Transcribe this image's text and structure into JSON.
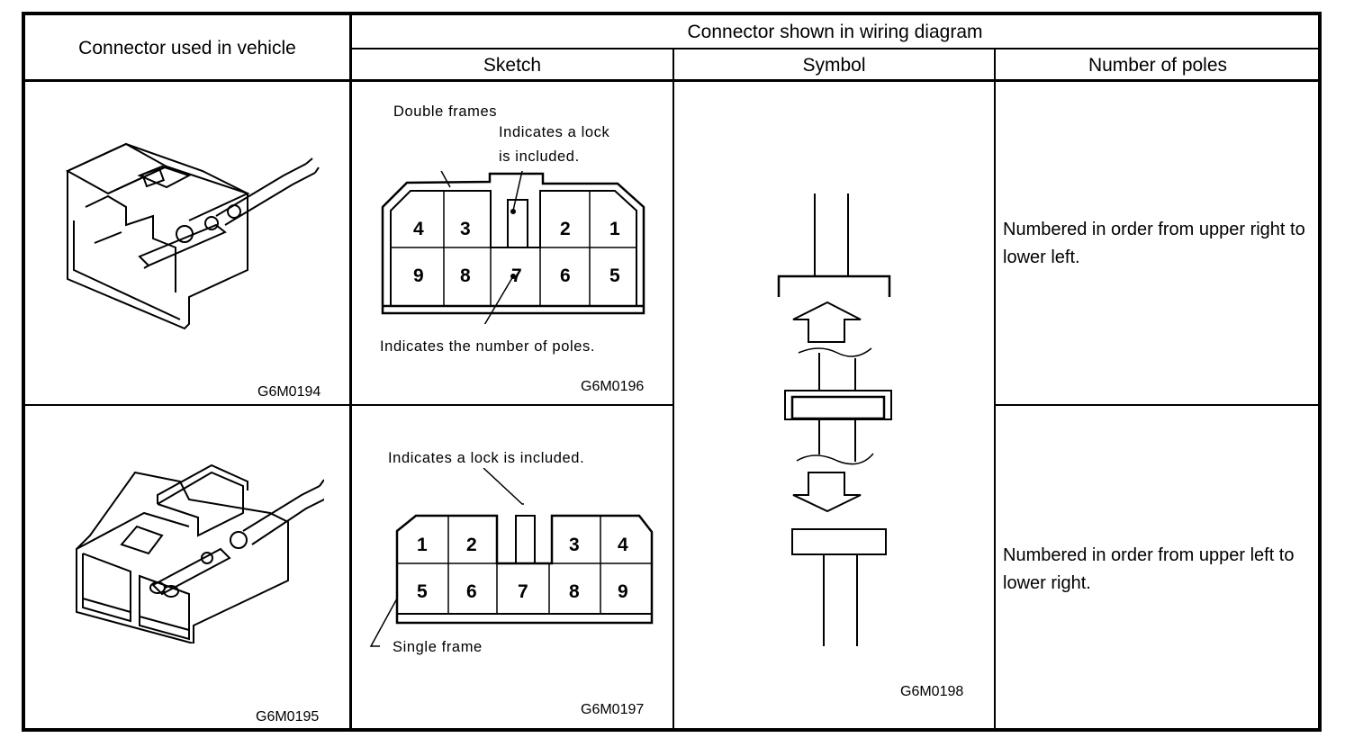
{
  "table": {
    "headers": {
      "vehicle_connector": "Connector used in vehicle",
      "wiring_diagram_group": "Connector shown in wiring diagram",
      "sketch": "Sketch",
      "symbol": "Symbol",
      "number_of_poles": "Number of poles"
    },
    "rows": [
      {
        "vehicle_image": {
          "type": "connector-illustration-male",
          "code": "G6M0194"
        },
        "sketch": {
          "code": "G6M0196",
          "frame_label": "Double frames",
          "lock_label_line1": "Indicates a lock",
          "lock_label_line2": "is included.",
          "poles_label": "Indicates the number of poles.",
          "top_pins": [
            "4",
            "3",
            "2",
            "1"
          ],
          "bottom_pins": [
            "9",
            "8",
            "7",
            "6",
            "5"
          ]
        },
        "poles_note": "Numbered in order from upper right to lower left."
      },
      {
        "vehicle_image": {
          "type": "connector-illustration-female",
          "code": "G6M0195"
        },
        "sketch": {
          "code": "G6M0197",
          "lock_label": "Indicates a lock is included.",
          "frame_label": "Single frame",
          "top_pins": [
            "1",
            "2",
            "3",
            "4"
          ],
          "bottom_pins": [
            "5",
            "6",
            "7",
            "8",
            "9"
          ]
        },
        "poles_note": "Numbered in order from upper left to lower right."
      }
    ],
    "symbol": {
      "code": "G6M0198"
    }
  }
}
